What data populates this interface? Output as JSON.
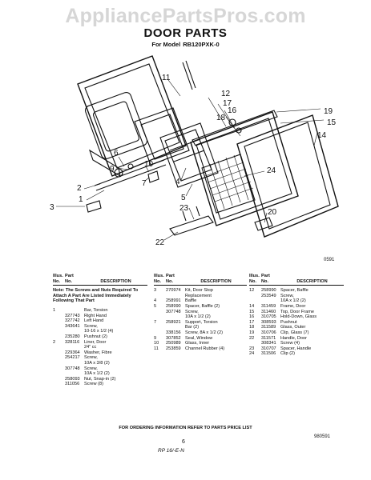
{
  "watermark": "AppliancePartsPros.com",
  "title": "DOOR PARTS",
  "model_label": "For Model",
  "model": "RB120PXK-0",
  "diagram": {
    "callouts": [
      "11",
      "12",
      "17",
      "16",
      "18",
      "19",
      "15",
      "14",
      "24",
      "20",
      "2",
      "1",
      "3",
      "6",
      "9",
      "10",
      "7",
      "4",
      "5",
      "23",
      "22"
    ],
    "code": "0591"
  },
  "table": {
    "headers": {
      "ill": "Illus.\nNo.",
      "part": "Part\nNo.",
      "desc": "DESCRIPTION"
    },
    "note": "Note: The Screws and Nuts Required To Attach A Part Are Listed Immediately Following That Part",
    "col1": [
      {
        "ill": "1",
        "part": "",
        "desc": "Bar, Torsion"
      },
      {
        "ill": "",
        "part": "327743",
        "desc": "Right Hand"
      },
      {
        "ill": "",
        "part": "327742",
        "desc": "Left Hand"
      },
      {
        "ill": "",
        "part": "343641",
        "desc": "Screw,\n10-16 x 1/2 (4)"
      },
      {
        "ill": "",
        "part": "235280",
        "desc": "Pushnut (2)"
      },
      {
        "ill": "2",
        "part": "328116",
        "desc": "Liner, Door\n24\" cc"
      },
      {
        "ill": "",
        "part": "229364",
        "desc": "Washer, Fibre"
      },
      {
        "ill": "",
        "part": "254217",
        "desc": "Screw,\n10A x 3/8 (2)"
      },
      {
        "ill": "",
        "part": "307748",
        "desc": "Screw,\n10A x 1/2 (2)"
      },
      {
        "ill": "",
        "part": "258093",
        "desc": "Nut, Snap-in (2)"
      },
      {
        "ill": "",
        "part": "311056",
        "desc": "Screw (8)"
      }
    ],
    "col2": [
      {
        "ill": "3",
        "part": "270974",
        "desc": "Kit, Door Stop\nReplacement"
      },
      {
        "ill": "4",
        "part": "258991",
        "desc": "Baffle"
      },
      {
        "ill": "5",
        "part": "258990",
        "desc": "Spacer, Baffle (2)"
      },
      {
        "ill": "",
        "part": "307748",
        "desc": "Screw,\n10A x 1/2 (2)"
      },
      {
        "ill": "7",
        "part": "258921",
        "desc": "Support, Torsion\nBar (2)"
      },
      {
        "ill": "",
        "part": "338156",
        "desc": "Screw, 8A x 1/2 (2)"
      },
      {
        "ill": "9",
        "part": "307852",
        "desc": "Seal, Window"
      },
      {
        "ill": "10",
        "part": "250989",
        "desc": "Glass, Inner"
      },
      {
        "ill": "11",
        "part": "253859",
        "desc": "Channel Rubber (4)"
      }
    ],
    "col3": [
      {
        "ill": "12",
        "part": "258990",
        "desc": "Spacer, Baffle"
      },
      {
        "ill": "",
        "part": "253549",
        "desc": "Screw,\n10A x 1/2 (2)"
      },
      {
        "ill": "14",
        "part": "311459",
        "desc": "Frame, Door"
      },
      {
        "ill": "15",
        "part": "311460",
        "desc": "Top, Door Frame"
      },
      {
        "ill": "16",
        "part": "310705",
        "desc": "Hold-Down, Glass"
      },
      {
        "ill": "17",
        "part": "308593",
        "desc": "Pushnut"
      },
      {
        "ill": "18",
        "part": "311589",
        "desc": "Glass, Outer"
      },
      {
        "ill": "19",
        "part": "310706",
        "desc": "Clip, Glass (7)"
      },
      {
        "ill": "22",
        "part": "311571",
        "desc": "Handle, Door"
      },
      {
        "ill": "",
        "part": "308341",
        "desc": "Screw (4)"
      },
      {
        "ill": "23",
        "part": "310707",
        "desc": "Spacer, Handle"
      },
      {
        "ill": "24",
        "part": "311506",
        "desc": "Clip (2)"
      }
    ]
  },
  "footer": "FOR ORDERING INFORMATION REFER TO PARTS PRICE LIST",
  "page_number": "6",
  "doc_code": "980591",
  "handwritten": "RP 16/-E-N"
}
